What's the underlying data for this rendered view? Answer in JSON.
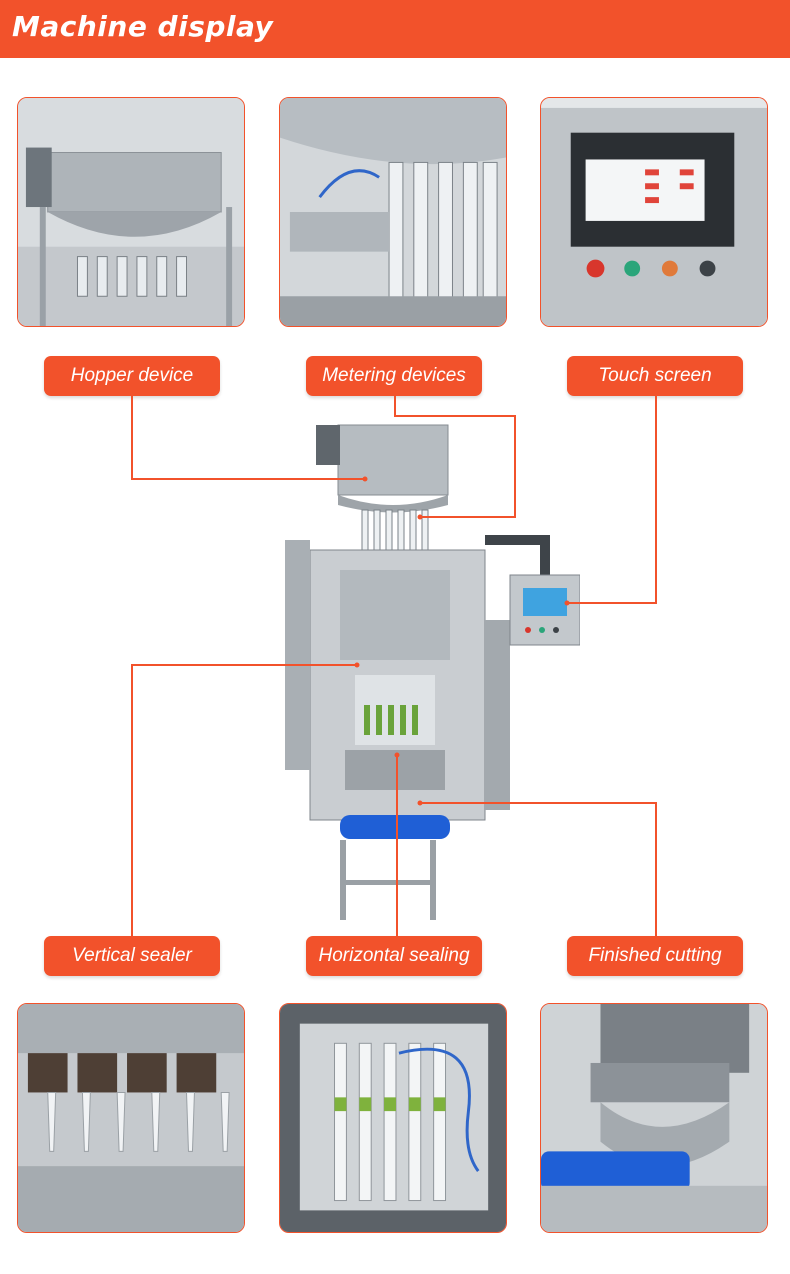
{
  "header": {
    "title": "Machine display"
  },
  "labels": {
    "hopper": "Hopper device",
    "metering": "Metering devices",
    "touch": "Touch screen",
    "vertical": "Vertical sealer",
    "horizontal": "Horizontal sealing",
    "cutting": "Finished cutting"
  },
  "colors": {
    "accent": "#f2522b",
    "steel": "#b9bec3",
    "belt": "#1f5fd6"
  }
}
